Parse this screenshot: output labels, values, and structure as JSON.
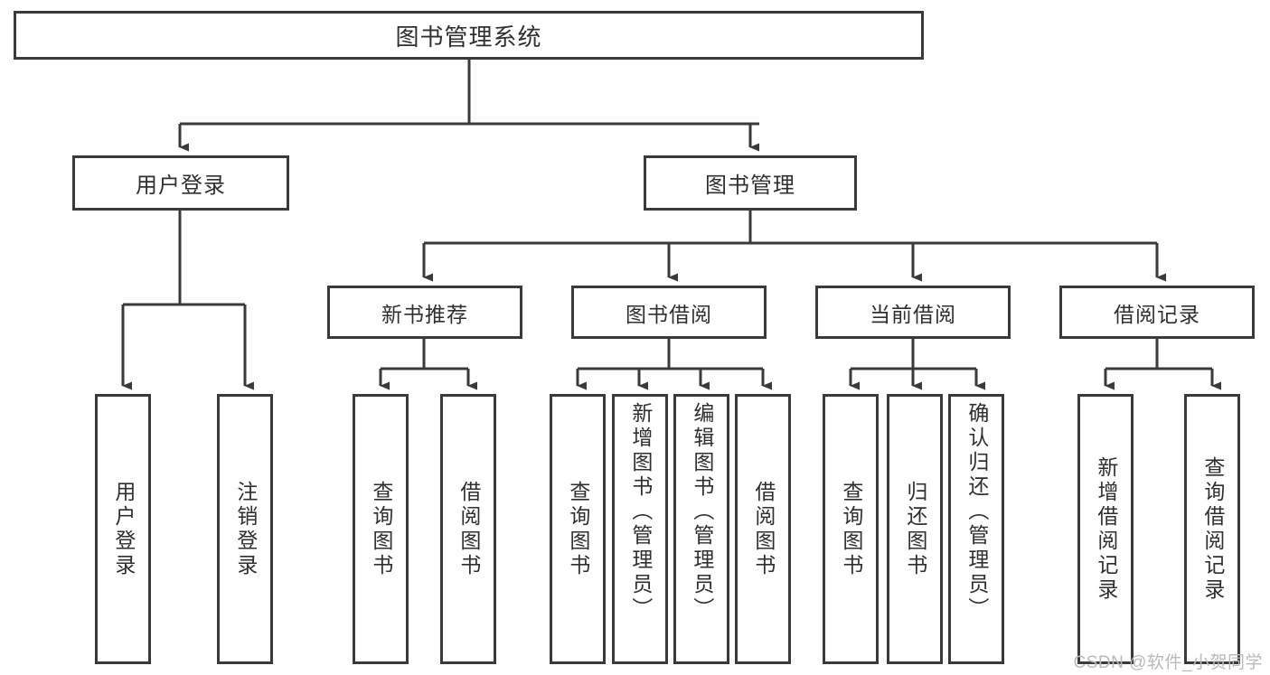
{
  "diagram": {
    "title": "图书管理系统",
    "type": "hierarchy-tree",
    "stroke_color": "#3a3a3a",
    "text_color": "#2f2f2f",
    "background_color": "#ffffff",
    "root": {
      "label": "图书管理系统"
    },
    "level1": [
      {
        "label": "用户登录"
      },
      {
        "label": "图书管理"
      }
    ],
    "level2": [
      {
        "label": "新书推荐"
      },
      {
        "label": "图书借阅"
      },
      {
        "label": "当前借阅"
      },
      {
        "label": "借阅记录"
      }
    ],
    "leaves": {
      "user_login": [
        {
          "label": "用户登录"
        },
        {
          "label": "注销登录"
        }
      ],
      "new_book_recommend": [
        {
          "label": "查询图书"
        },
        {
          "label": "借阅图书"
        }
      ],
      "book_borrow": [
        {
          "label": "查询图书"
        },
        {
          "label": "新增图书（管理员）"
        },
        {
          "label": "编辑图书（管理员）"
        },
        {
          "label": "借阅图书"
        }
      ],
      "current_borrow": [
        {
          "label": "查询图书"
        },
        {
          "label": "归还图书"
        },
        {
          "label": "确认归还（管理员）"
        }
      ],
      "borrow_record": [
        {
          "label": "新增借阅记录"
        },
        {
          "label": "查询借阅记录"
        }
      ]
    }
  },
  "watermark": {
    "text": "CSDN @软件_小贺同学"
  }
}
